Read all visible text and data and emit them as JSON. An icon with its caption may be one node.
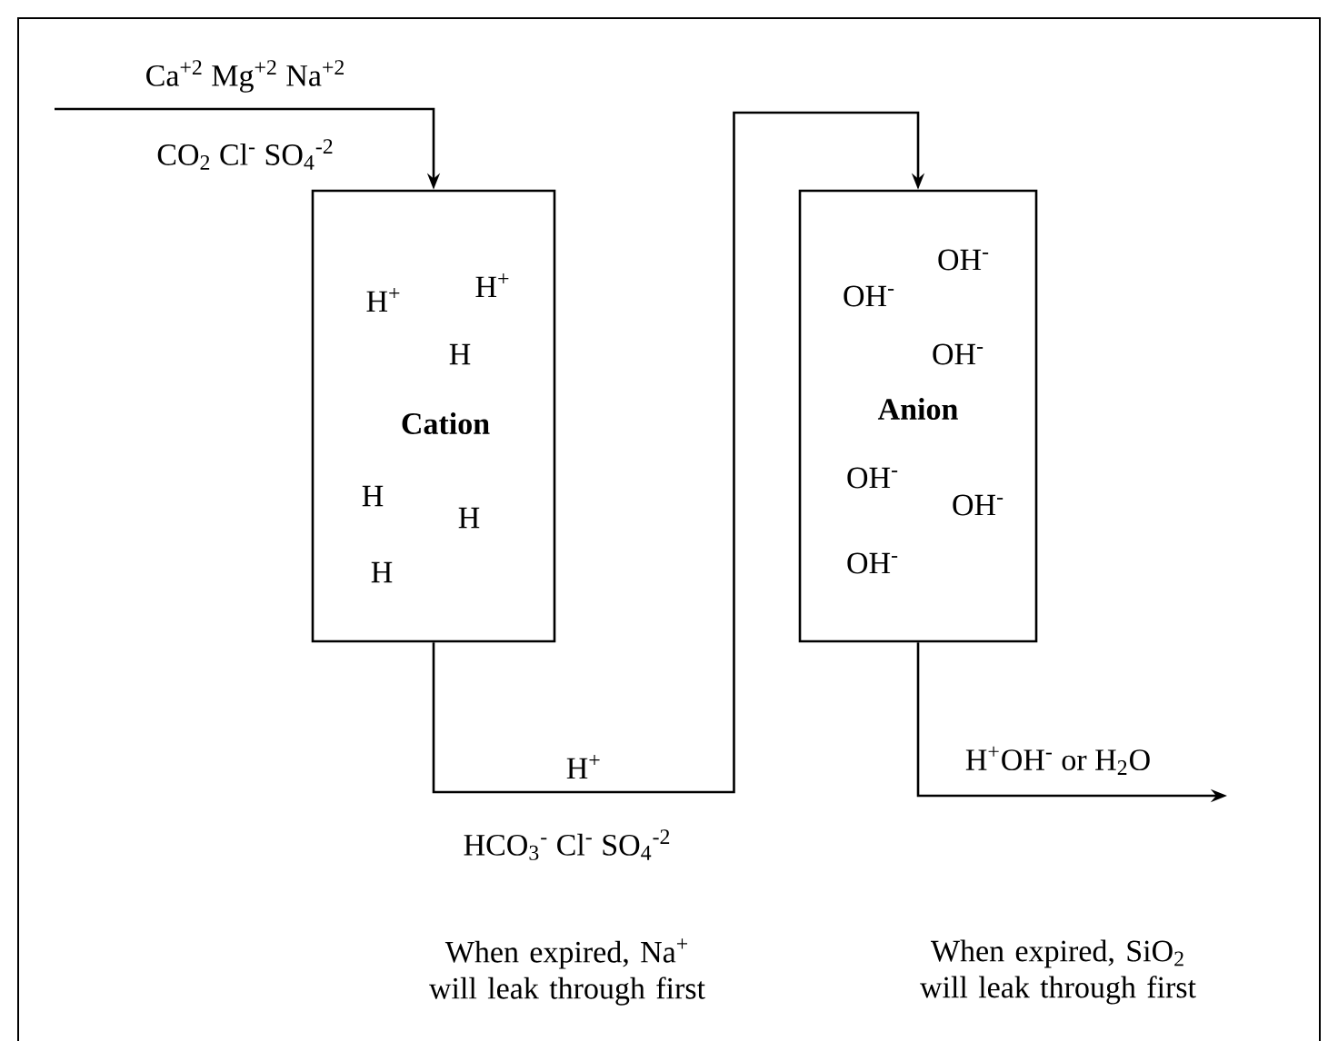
{
  "diagram": {
    "nodes": [
      {
        "text": [
          "H$^{+}$",
          "H$^{+}$",
          "H",
          "**Cation**",
          "H",
          "H",
          "H"
        ]
      },
      {
        "text": [
          "OH$^{-}$",
          "OH$^{-}$",
          "OH$^{-}$",
          "**Anion**",
          "OH$^{-}$",
          "OH$^{-}$",
          "OH$^{-}$"
        ]
      }
    ],
    "edges": [
      {
        "from": null,
        "to": 0,
        "arrow": "to"
      },
      {
        "from": 0,
        "to": 1,
        "arrow": "to",
        "label": "H$^{+}$"
      },
      {
        "from": 1,
        "to": null,
        "arrow": "to",
        "label": "H$^{+}$OH$^{-}$ or H$_{2}$O"
      }
    ],
    "labels": [
      "Ca$^{+2}$  Mg$^{+2}$  Na$^{+2}$",
      "CO$_{2}$  Cl$^{-}$  SO$_{4}$$^{-2}$",
      "HCO$_{3}$$^{-}$  Cl$^{-}$  SO$_{4}$$^{-2}$",
      "When expired, Na$^{+}$ will leak through first",
      "When expired, SiO$_{2}$ will leak through first"
    ]
  }
}
